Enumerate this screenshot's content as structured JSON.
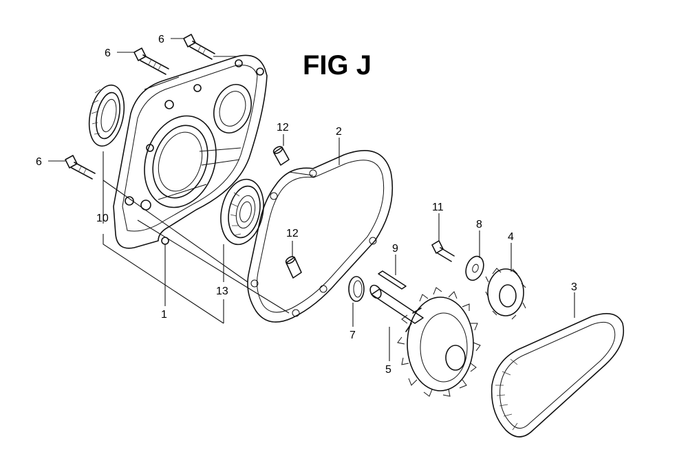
{
  "figure": {
    "title": "FIG J"
  },
  "callouts": [
    {
      "id": "c6a",
      "text": "6"
    },
    {
      "id": "c6b",
      "text": "6"
    },
    {
      "id": "c6c",
      "text": "6"
    },
    {
      "id": "c10",
      "text": "10"
    },
    {
      "id": "c1",
      "text": "1"
    },
    {
      "id": "c13",
      "text": "13"
    },
    {
      "id": "c12a",
      "text": "12"
    },
    {
      "id": "c12b",
      "text": "12"
    },
    {
      "id": "c2",
      "text": "2"
    },
    {
      "id": "c11",
      "text": "11"
    },
    {
      "id": "c8",
      "text": "8"
    },
    {
      "id": "c4",
      "text": "4"
    },
    {
      "id": "c9",
      "text": "9"
    },
    {
      "id": "c7",
      "text": "7"
    },
    {
      "id": "c5",
      "text": "5"
    },
    {
      "id": "c3",
      "text": "3"
    }
  ]
}
